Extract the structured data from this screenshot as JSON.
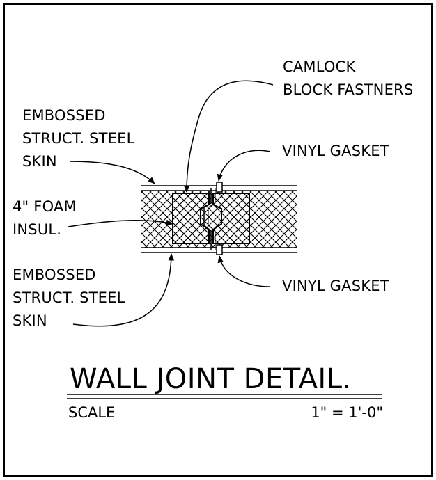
{
  "labels": {
    "camlock": [
      "CAMLOCK",
      "BLOCK FASTNERS"
    ],
    "skin_top": [
      "EMBOSSED",
      "STRUCT. STEEL",
      "SKIN"
    ],
    "vinyl_top": "VINYL GASKET",
    "foam": [
      "4\" FOAM",
      "INSUL."
    ],
    "skin_bottom": [
      "EMBOSSED",
      "STRUCT. STEEL",
      "SKIN"
    ],
    "vinyl_bottom": "VINYL GASKET"
  },
  "title": "WALL JOINT DETAIL.",
  "scale": {
    "label": "SCALE",
    "value": "1\" = 1'-0\""
  }
}
